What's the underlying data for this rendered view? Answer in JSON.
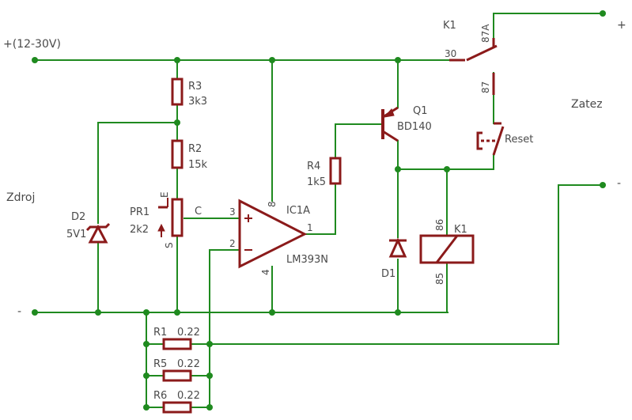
{
  "labels": {
    "supply": "+(12-30V)",
    "minus_left": "-",
    "zdroj": "Zdroj",
    "zatez": "Zatez",
    "plus_right": "+",
    "minus_right": "-"
  },
  "parts": {
    "r3": {
      "name": "R3",
      "value": "3k3"
    },
    "r2": {
      "name": "R2",
      "value": "15k"
    },
    "r4": {
      "name": "R4",
      "value": "1k5"
    },
    "r1": {
      "name": "R1",
      "value": "0.22"
    },
    "r5": {
      "name": "R5",
      "value": "0.22"
    },
    "r6": {
      "name": "R6",
      "value": "0.22"
    },
    "pr1": {
      "name": "PR1",
      "value": "2k2",
      "pin_e": "E",
      "pin_s": "S",
      "pin_c": "C"
    },
    "d2": {
      "name": "D2",
      "value": "5V1"
    },
    "d1": {
      "name": "D1"
    },
    "ic1": {
      "name": "IC1A",
      "value": "LM393N",
      "pin3": "3",
      "pin2": "2",
      "pin1": "1",
      "pin8": "8",
      "pin4": "4",
      "plus": "+",
      "minus": "−"
    },
    "q1": {
      "name": "Q1",
      "value": "BD140"
    },
    "k1_contact": {
      "name": "K1",
      "pin30": "30",
      "pin87a": "87A",
      "pin87": "87"
    },
    "k1_coil": {
      "name": "K1",
      "pin86": "86",
      "pin85": "85"
    },
    "reset": {
      "name": "Reset"
    }
  }
}
